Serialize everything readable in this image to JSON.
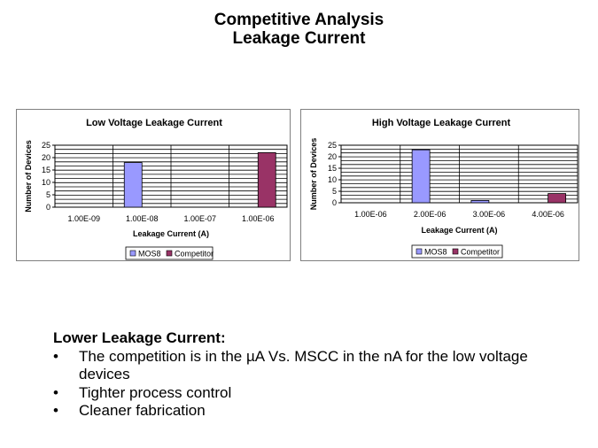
{
  "page": {
    "title_line1": "Competitive Analysis",
    "title_line2": "Leakage Current"
  },
  "colors": {
    "mos8_fill": "#9999ff",
    "competitor_fill": "#993366",
    "grid": "#000000",
    "frame": "#808080"
  },
  "chart_data": [
    {
      "type": "bar",
      "title": "Low Voltage Leakage Current",
      "xlabel": "Leakage Current (A)",
      "ylabel": "Number of Devices",
      "categories": [
        "1.00E-09",
        "1.00E-08",
        "1.00E-07",
        "1.00E-06"
      ],
      "series": [
        {
          "name": "MOS8",
          "values": [
            0,
            18,
            0,
            0
          ]
        },
        {
          "name": "Competitor",
          "values": [
            0,
            0,
            0,
            22
          ]
        }
      ],
      "ylim": [
        0,
        25
      ],
      "yticks": [
        0,
        5,
        10,
        15,
        20,
        25
      ],
      "grid": true,
      "legend": "bottom"
    },
    {
      "type": "bar",
      "title": "High Voltage Leakage Current",
      "xlabel": "Leakage Current (A)",
      "ylabel": "Number of Devices",
      "categories": [
        "1.00E-06",
        "2.00E-06",
        "3.00E-06",
        "4.00E-06"
      ],
      "series": [
        {
          "name": "MOS8",
          "values": [
            0,
            23,
            1,
            0
          ]
        },
        {
          "name": "Competitor",
          "values": [
            0,
            0,
            0,
            4
          ]
        }
      ],
      "ylim": [
        0,
        25
      ],
      "yticks": [
        0,
        5,
        10,
        15,
        20,
        25
      ],
      "grid": true,
      "legend": "bottom"
    }
  ],
  "bullets": {
    "heading": "Lower Leakage Current:",
    "bullet_char": "•",
    "items": [
      "The competition is in the µA Vs. MSCC in the nA for the low voltage devices",
      "Tighter process control",
      "Cleaner fabrication"
    ]
  }
}
